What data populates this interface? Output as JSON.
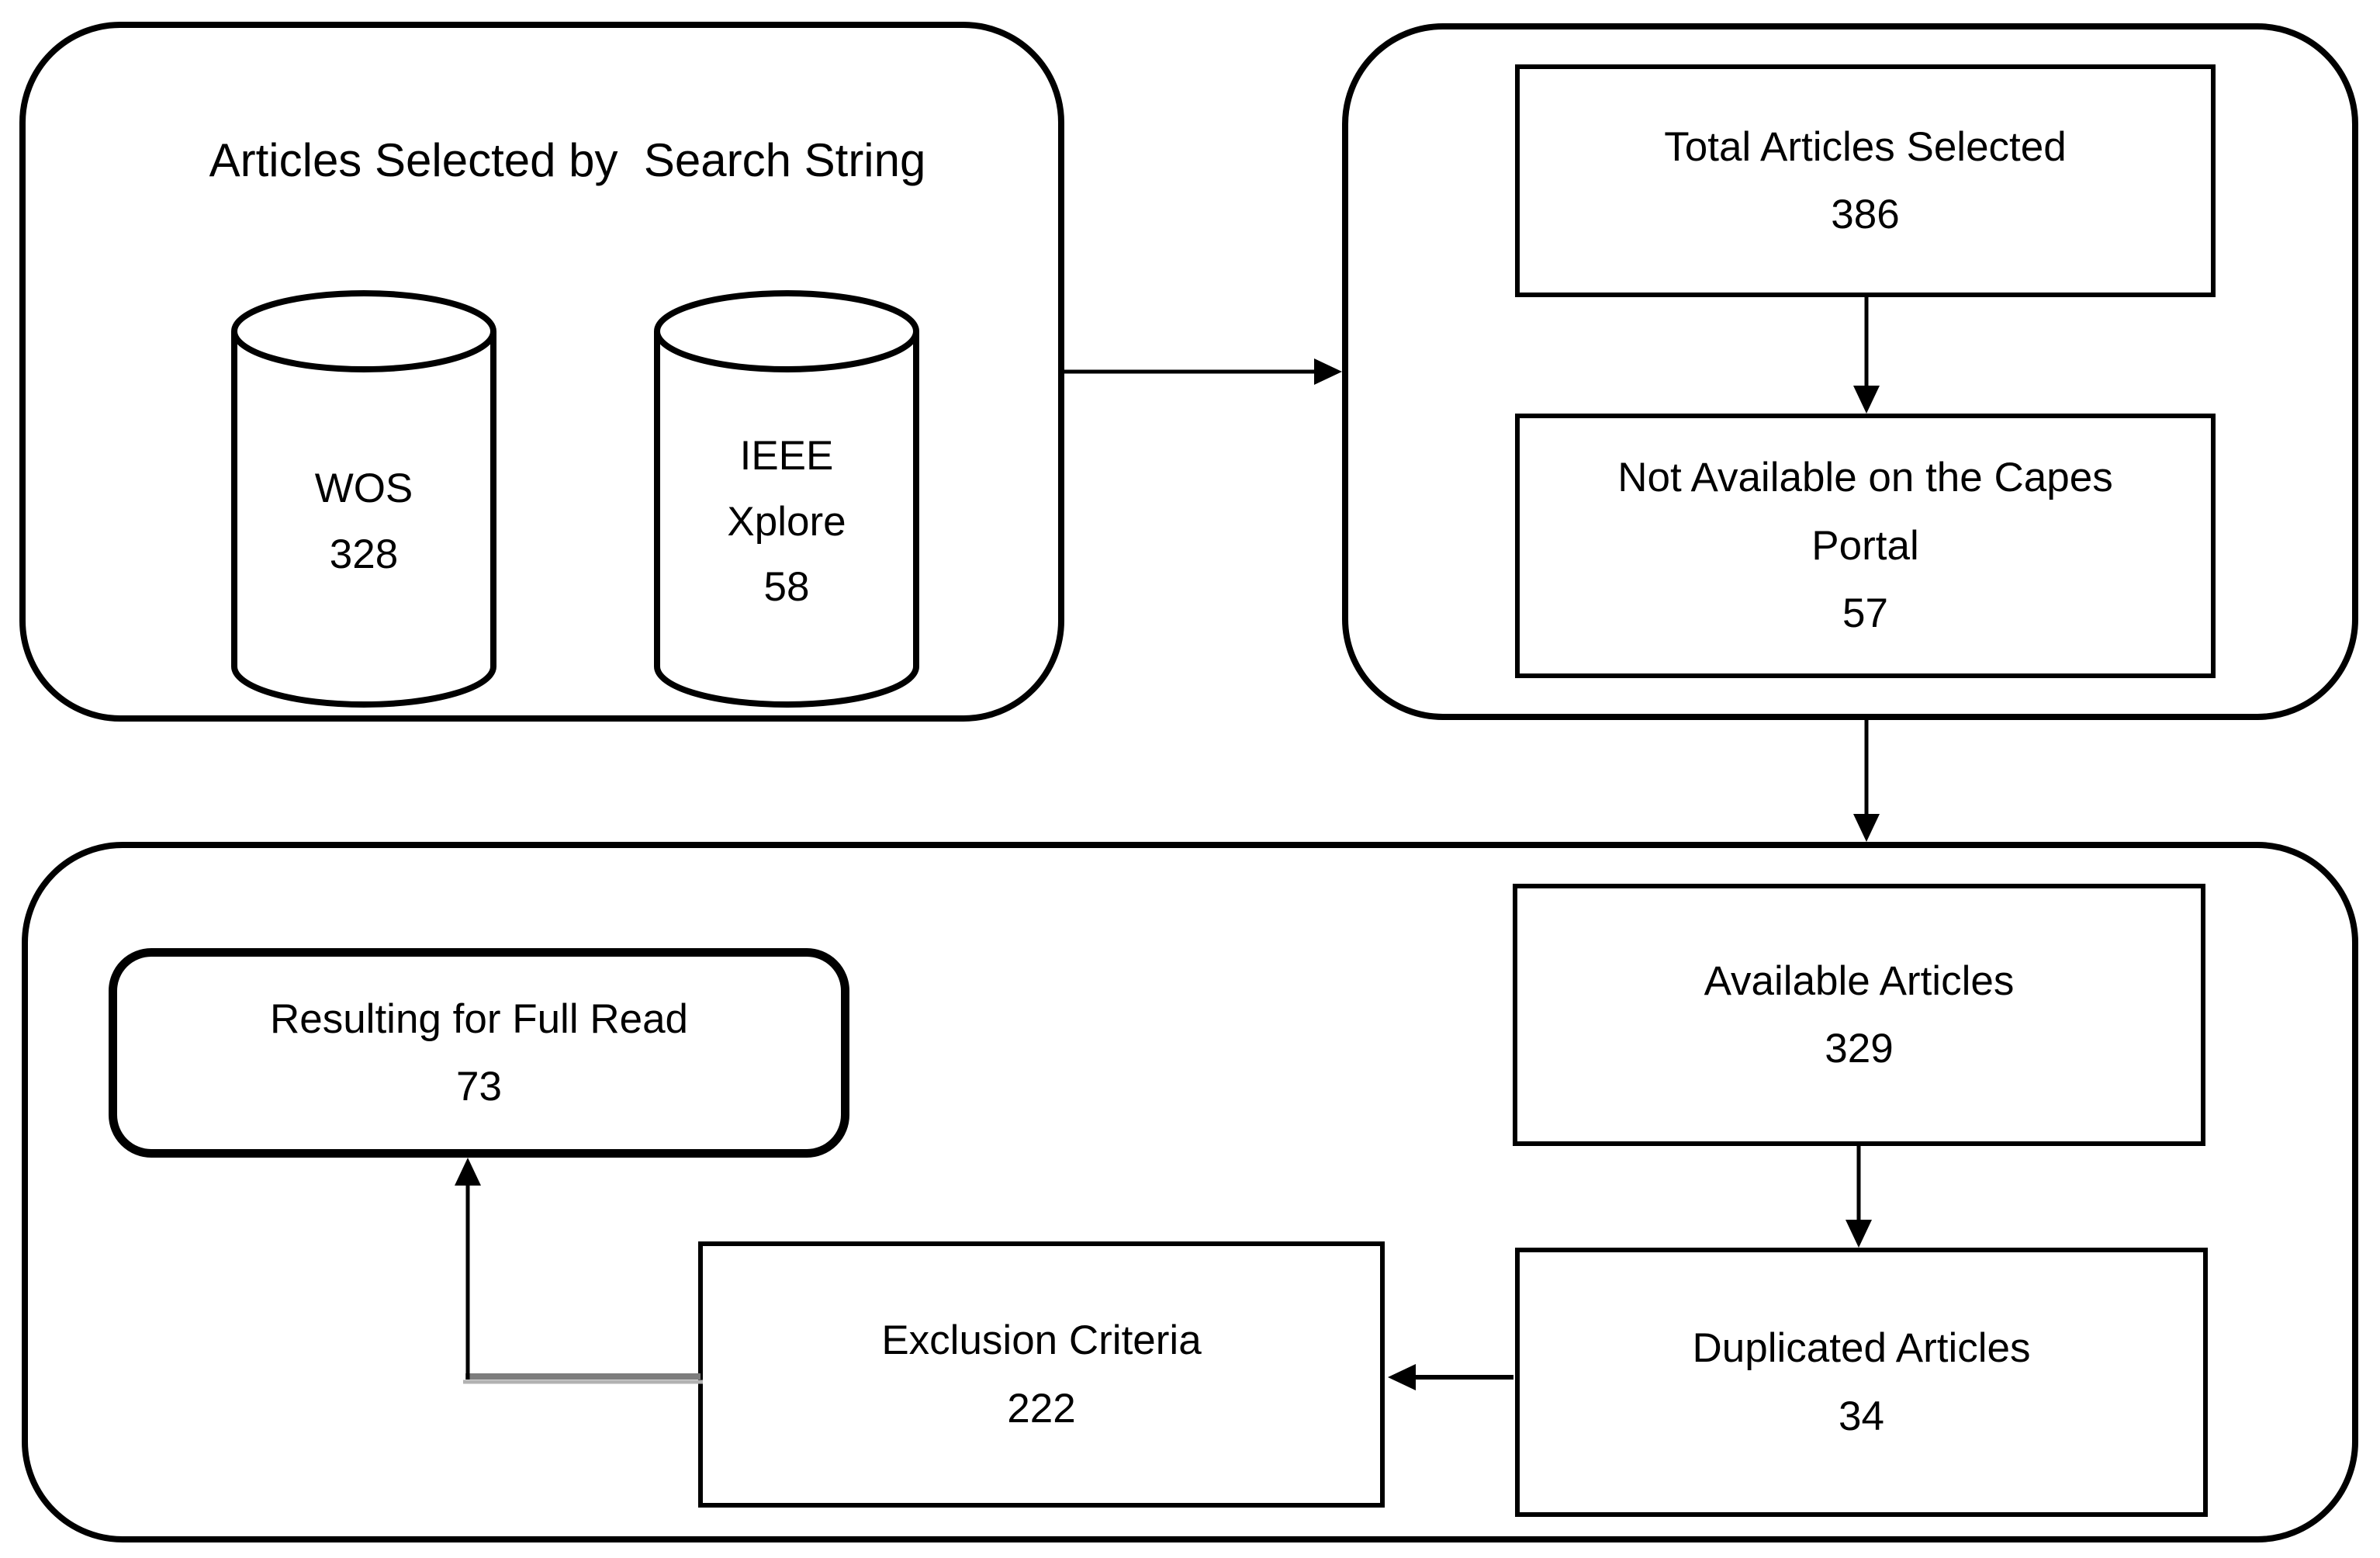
{
  "diagram": {
    "background": "#ffffff",
    "line_color": "#000000",
    "connector_shadow_dark": "#7d7d7d",
    "connector_shadow_light": "#b2b2b2",
    "groups": {
      "search": {
        "title": "Articles Selected by  Search String"
      }
    },
    "nodes": {
      "wos": {
        "label": "WOS",
        "value": "328"
      },
      "ieee": {
        "line1": "IEEE",
        "line2": "Xplore",
        "value": "58"
      },
      "total": {
        "label": "Total Articles Selected",
        "value": "386"
      },
      "not_available": {
        "label": "Not Available on the Capes Portal",
        "value": "57"
      },
      "available": {
        "label": "Available Articles",
        "value": "329"
      },
      "duplicated": {
        "label": "Duplicated Articles",
        "value": "34"
      },
      "exclusion": {
        "label": "Exclusion Criteria",
        "value": "222"
      },
      "resulting": {
        "label": "Resulting for Full Read",
        "value": "73"
      }
    }
  }
}
